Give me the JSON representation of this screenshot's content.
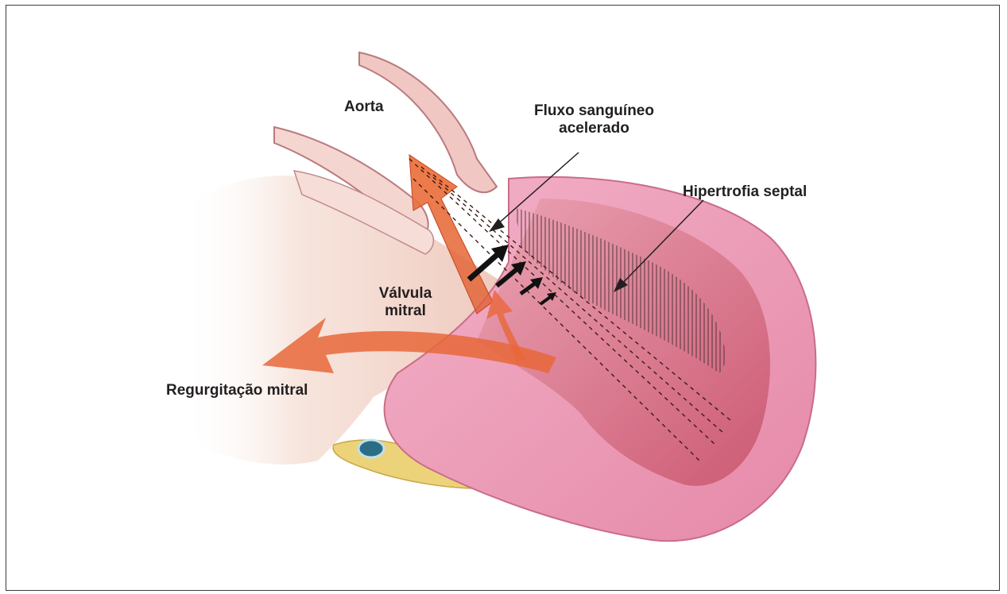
{
  "labels": {
    "aorta": "Aorta",
    "flow_line1": "Fluxo sanguíneo",
    "flow_line2": "acelerado",
    "septal": "Hipertrofia septal",
    "valve_line1": "Válvula",
    "valve_line2": "mitral",
    "regurg": "Regurgitação mitral"
  },
  "colors": {
    "myocardium": "#ee9ab8",
    "myocardium_dark": "#d9708f",
    "atrium": "#f6e3db",
    "flow_arrow": "#e8673a",
    "fat": "#ecd37a",
    "vessel": "#2b6d86"
  }
}
